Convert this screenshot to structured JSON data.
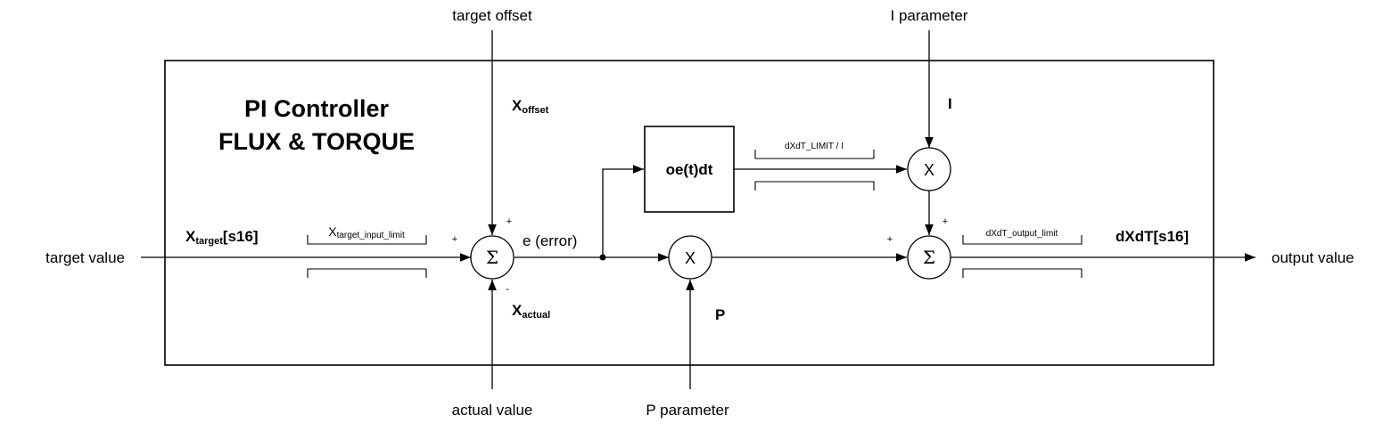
{
  "title": {
    "line1": "PI Controller",
    "line2": "FLUX & TORQUE"
  },
  "inputs": {
    "target_value": "target value",
    "target_offset": "target offset",
    "actual_value": "actual value",
    "p_parameter": "P parameter",
    "i_parameter": "I parameter"
  },
  "output": {
    "label": "output value"
  },
  "signals": {
    "x_target_main": "X",
    "x_target_sub": "target",
    "x_target_suffix": "[s16]",
    "x_offset_main": "X",
    "x_offset_sub": "offset",
    "x_actual_main": "X",
    "x_actual_sub": "actual",
    "error": "e (error)",
    "p": "P",
    "i": "I",
    "dxdt": "dXdT[s16]"
  },
  "limits": {
    "target_input_main": "X",
    "target_input_sub": "target_input_limit",
    "dxdt_limit_over_i": "dXdT_LIMIT / I",
    "dxdt_output_limit": "dXdT_output_limit"
  },
  "blocks": {
    "integrator": "oe(t)dt",
    "sum_symbol": "Σ",
    "multiply_symbol": "X"
  },
  "signs": {
    "plus": "+",
    "minus": "-"
  }
}
